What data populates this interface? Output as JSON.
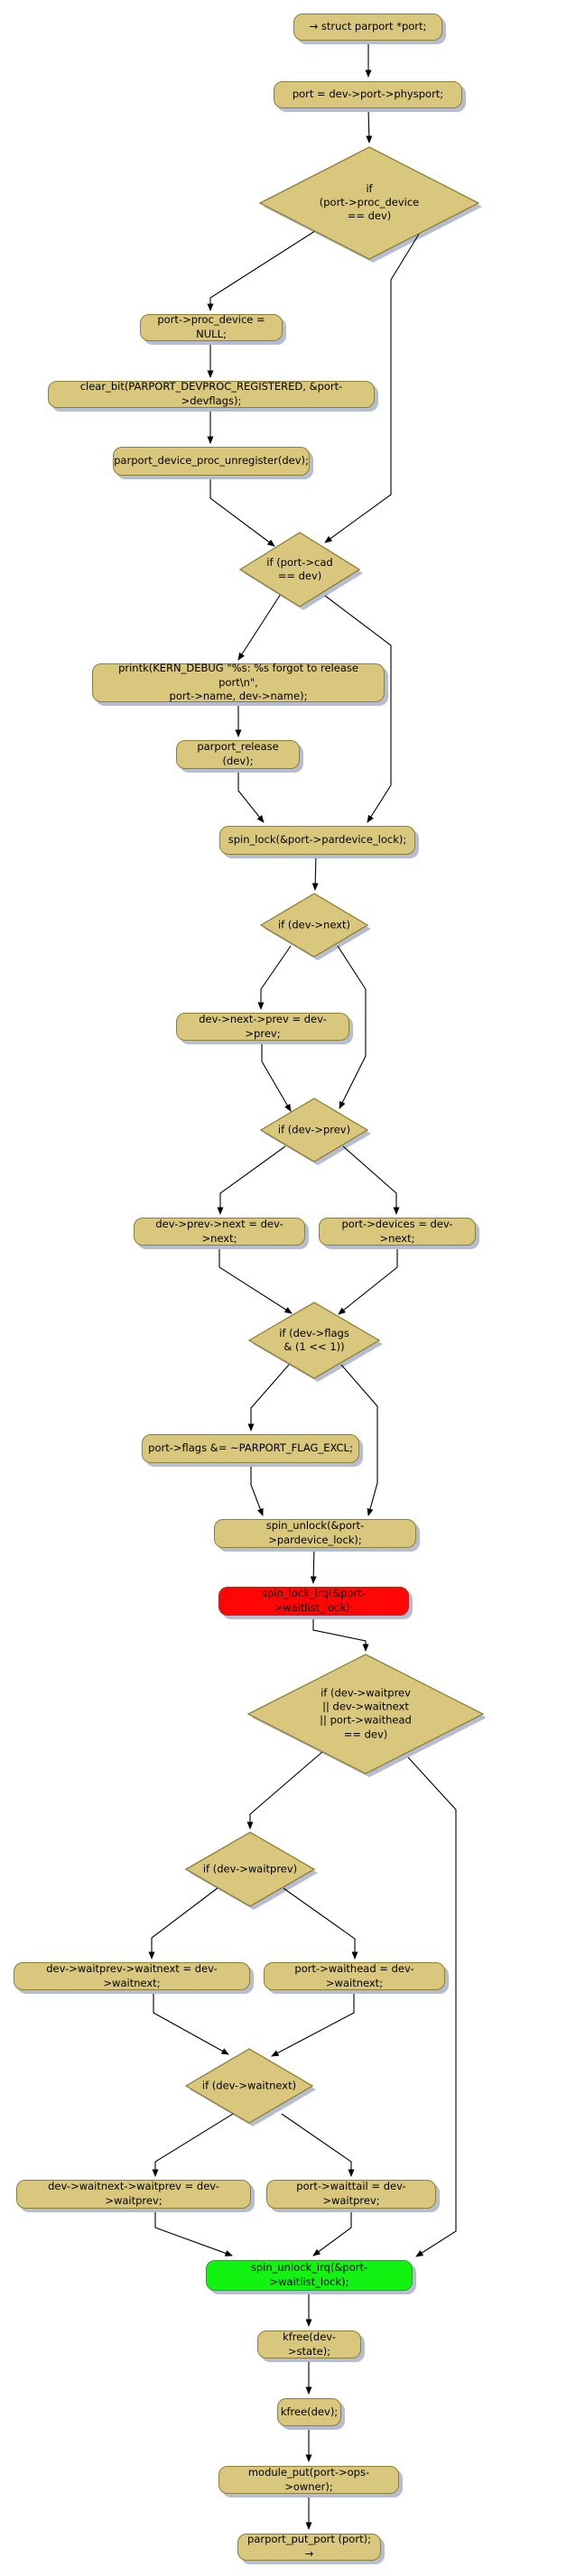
{
  "colors": {
    "node_fill": "#d9c77d",
    "node_border": "#8f7f33",
    "lock_highlight": "#ff0505",
    "unlock_highlight": "#12f312",
    "shadow": "#b4bdd4",
    "edge": "#000000"
  },
  "nodes": {
    "start": {
      "label": "→ struct parport *port;"
    },
    "physport": {
      "label": "port = dev->port->physport;"
    },
    "d_proc": {
      "label": "if\n(port->proc_device\n== dev)"
    },
    "proc_null": {
      "label": "port->proc_device = NULL;"
    },
    "clear_bit": {
      "label": "clear_bit(PARPORT_DEVPROC_REGISTERED, &port->devflags);"
    },
    "proc_unreg": {
      "label": "parport_device_proc_unregister(dev);"
    },
    "d_cad": {
      "label": "if (port->cad\n== dev)"
    },
    "printk": {
      "label": "printk(KERN_DEBUG \"%s: %s forgot to release port\\n\",\nport->name, dev->name);"
    },
    "release": {
      "label": "parport_release (dev);"
    },
    "spin_lock": {
      "label": "spin_lock(&port->pardevice_lock);"
    },
    "d_next": {
      "label": "if (dev->next)"
    },
    "next_prev": {
      "label": "dev->next->prev = dev->prev;"
    },
    "d_prev": {
      "label": "if (dev->prev)"
    },
    "prev_next": {
      "label": "dev->prev->next = dev->next;"
    },
    "devices": {
      "label": "port->devices = dev->next;"
    },
    "d_flags": {
      "label": "if (dev->flags\n& (1 << 1))"
    },
    "flags_excl": {
      "label": "port->flags &= ~PARPORT_FLAG_EXCL;"
    },
    "spin_unlock": {
      "label": "spin_unlock(&port->pardevice_lock);"
    },
    "spin_lock_irq": {
      "label": "spin_lock_irq(&port->waitlist_lock);"
    },
    "d_wait": {
      "label": "if (dev->waitprev\n|| dev->waitnext\n|| port->waithead\n== dev)"
    },
    "d_waitprev": {
      "label": "if (dev->waitprev)"
    },
    "waitprev_next": {
      "label": "dev->waitprev->waitnext = dev->waitnext;"
    },
    "waithead": {
      "label": "port->waithead = dev->waitnext;"
    },
    "d_waitnext": {
      "label": "if (dev->waitnext)"
    },
    "waitnext_prev": {
      "label": "dev->waitnext->waitprev = dev->waitprev;"
    },
    "waittail": {
      "label": "port->waittail = dev->waitprev;"
    },
    "spin_unlock_irq": {
      "label": "spin_unlock_irq(&port->waitlist_lock);"
    },
    "kfree_state": {
      "label": "kfree(dev->state);"
    },
    "kfree_dev": {
      "label": "kfree(dev);"
    },
    "module_put": {
      "label": "module_put(port->ops->owner);"
    },
    "put_port": {
      "label": "parport_put_port (port); →"
    }
  }
}
